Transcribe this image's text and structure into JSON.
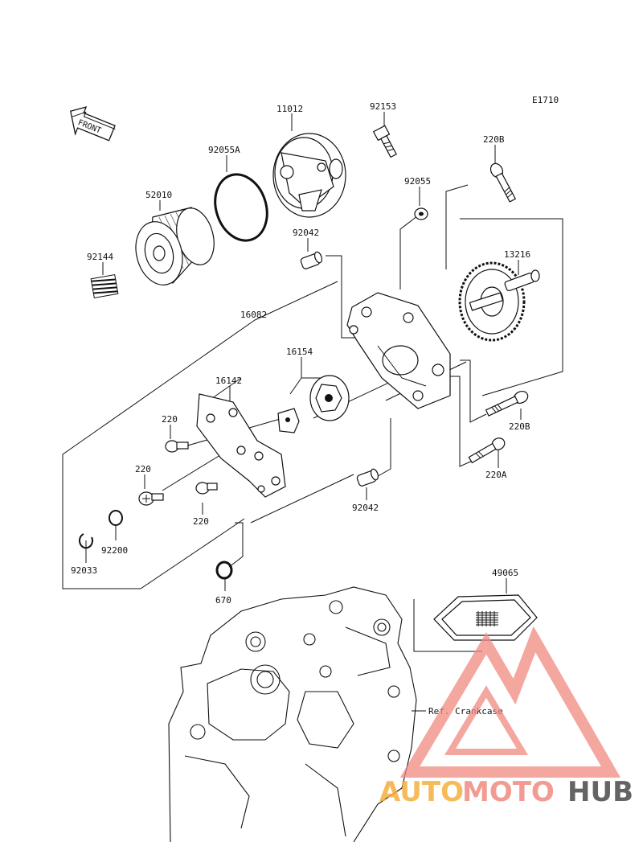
{
  "diagram_code": "E1710",
  "front_label": "FRONT",
  "ref_label": "Ref. Crankcase",
  "watermark": {
    "part1": "AUTO",
    "part2": "MOTO",
    "part3": "HUB",
    "color_primary": "#f4b03e",
    "color_secondary": "#f08a80",
    "color_dark": "#4a4a4a"
  },
  "parts": {
    "p11012": "11012",
    "p92153": "92153",
    "p92055A": "92055A",
    "p52010": "52010",
    "p92144": "92144",
    "p92055": "92055",
    "p220B_top": "220B",
    "p92042_top": "92042",
    "p13216": "13216",
    "p16082": "16082",
    "p16154": "16154",
    "p16142": "16142",
    "p220_a": "220",
    "p220_b": "220",
    "p220_c": "220",
    "p220B_bottom": "220B",
    "p220A": "220A",
    "p92042_bottom": "92042",
    "p92200": "92200",
    "p92033": "92033",
    "p670": "670",
    "p49065": "49065"
  }
}
